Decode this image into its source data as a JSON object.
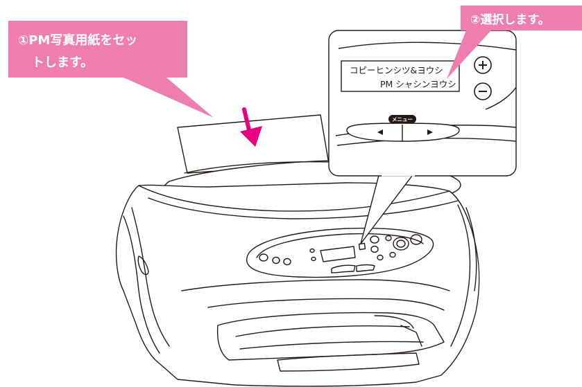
{
  "callouts": {
    "step1_line1": "①PM写真用紙をセッ",
    "step1_line2": "トします。",
    "step2": "②選択します。"
  },
  "lcd": {
    "line1": "コピーヒンシツ&ヨウシ",
    "line2": "PM シャシンヨウシ"
  },
  "menu_label": "メニュー",
  "icons": {
    "plus": "plus-icon",
    "minus": "minus-icon",
    "left": "left-triangle-icon",
    "right": "right-triangle-icon",
    "feed": "down-arrow-icon"
  },
  "colors": {
    "callout": "#ee7eb0",
    "feed_arrow": "#e4007f",
    "line": "#231815"
  }
}
